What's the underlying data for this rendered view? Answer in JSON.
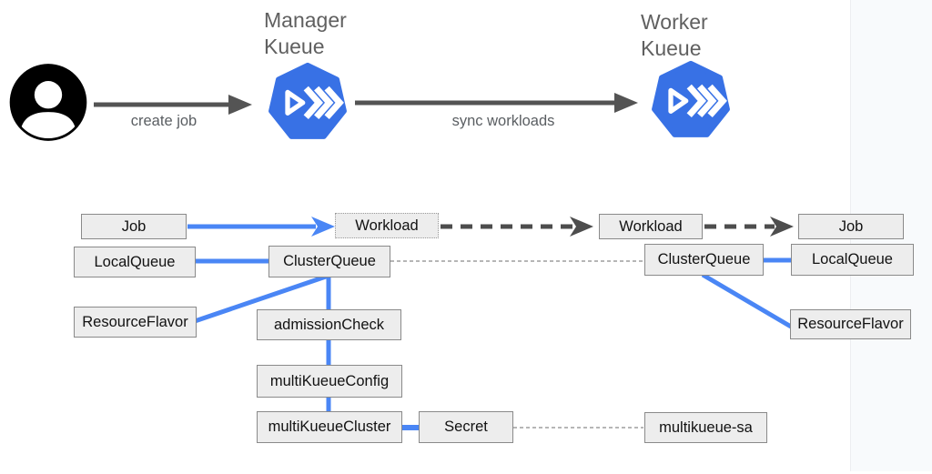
{
  "top": {
    "manager": {
      "line1": "Manager",
      "line2": "Kueue"
    },
    "worker": {
      "line1": "Worker",
      "line2": "Kueue"
    },
    "create_job_label": "create job",
    "sync_workloads_label": "sync workloads"
  },
  "nodes": {
    "job_left": "Job",
    "workload_left": "Workload",
    "workload_right": "Workload",
    "job_right": "Job",
    "localqueue_left": "LocalQueue",
    "clusterqueue_left": "ClusterQueue",
    "clusterqueue_right": "ClusterQueue",
    "localqueue_right": "LocalQueue",
    "resourceflavor_left": "ResourceFlavor",
    "admissioncheck": "admissionCheck",
    "resourceflavor_right": "ResourceFlavor",
    "multikueueconfig": "multiKueueConfig",
    "multikueuecluster": "multiKueueCluster",
    "secret": "Secret",
    "multikueue_sa": "multikueue-sa"
  },
  "icons": {
    "user": "user-icon",
    "manager_logo": "kueue-logo",
    "worker_logo": "kueue-logo"
  },
  "colors": {
    "connector_blue": "#4a86f5",
    "arrow_gray": "#545454",
    "dashed_gray": "#4d4d4d",
    "dotted_gray": "#9e9e9e",
    "kueue_blue": "#3871e5",
    "box_fill": "#ededed",
    "box_border": "#8a8a8a",
    "label_gray": "#606060",
    "strip_bg": "#f8fafc"
  }
}
